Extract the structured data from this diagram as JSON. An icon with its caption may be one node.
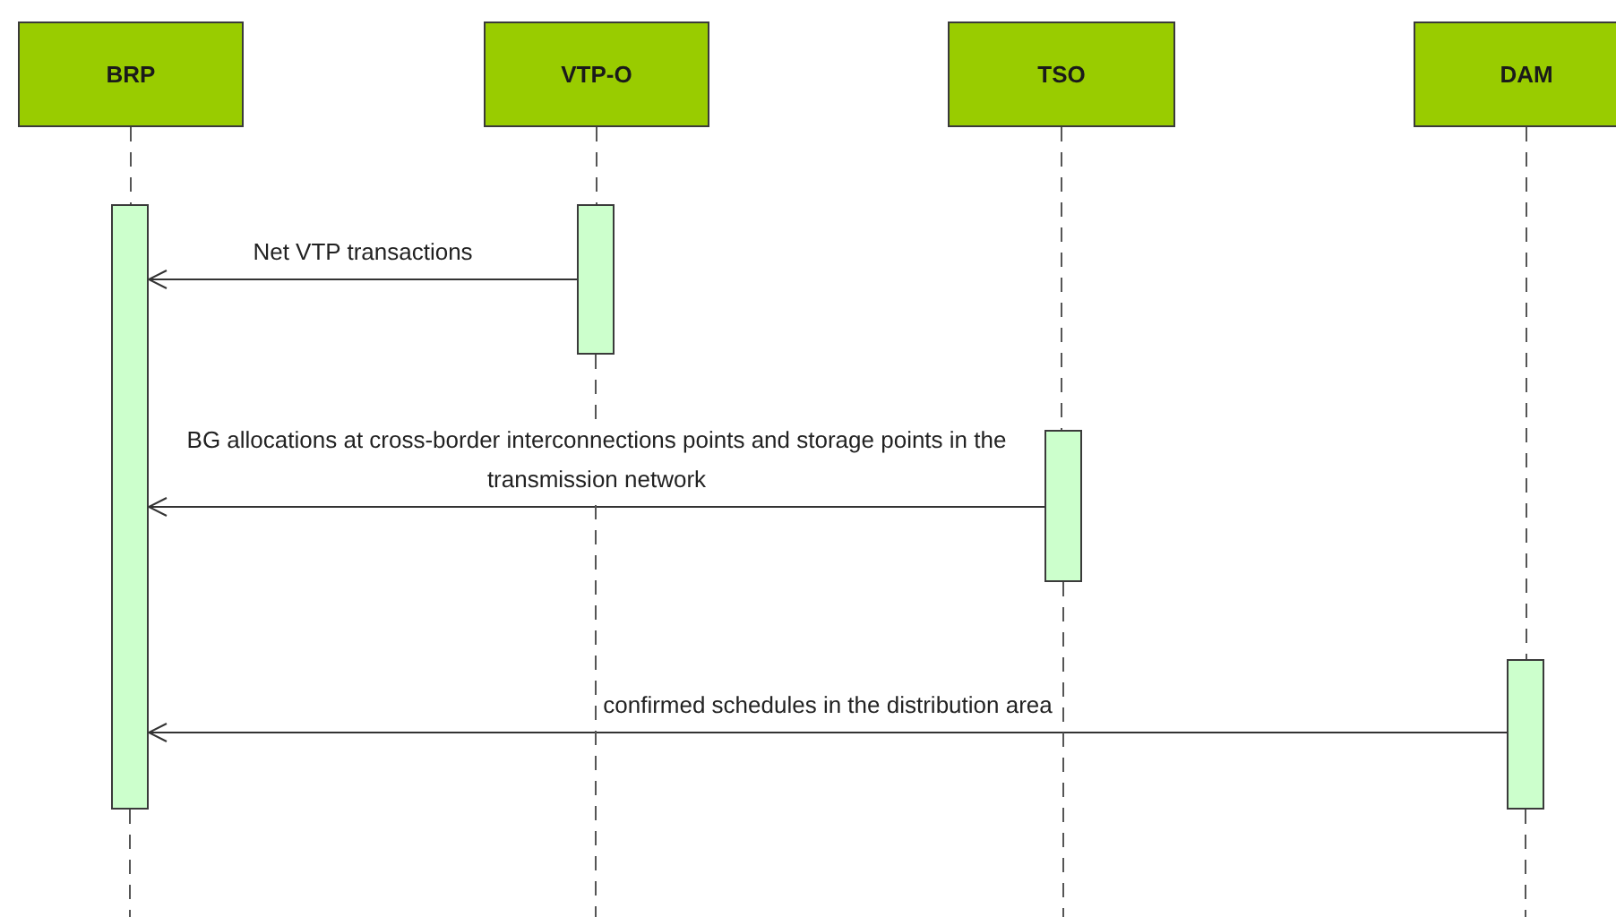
{
  "diagram": {
    "nodes": [
      {
        "text": [
          "BRP"
        ]
      },
      {
        "text": [
          "VTP-O"
        ]
      },
      {
        "text": [
          "TSO"
        ]
      },
      {
        "text": [
          "DAM"
        ]
      },
      {
        "text": [],
        "shape": "bar"
      },
      {
        "text": [],
        "shape": "bar"
      },
      {
        "text": [],
        "shape": "bar"
      },
      {
        "text": [],
        "shape": "bar"
      }
    ],
    "edges": [
      {
        "from": 5,
        "to": 4,
        "arrow": "to",
        "label": "Net VTP transactions"
      },
      {
        "from": 6,
        "to": 4,
        "arrow": "to",
        "label": "BG allocations at cross-border interconnections points and storage points in the transmission network"
      },
      {
        "from": 7,
        "to": 4,
        "arrow": "to",
        "label": "confirmed schedules in the distribution area"
      },
      {
        "from": 0,
        "to": 4,
        "arrow": "none",
        "style": "dashed"
      },
      {
        "from": 4,
        "to": null,
        "arrow": "none",
        "style": "dashed"
      },
      {
        "from": 1,
        "to": 5,
        "arrow": "none",
        "style": "dashed"
      },
      {
        "from": 5,
        "to": null,
        "arrow": "none",
        "style": "dashed"
      },
      {
        "from": 2,
        "to": 6,
        "arrow": "none",
        "style": "dashed"
      },
      {
        "from": 6,
        "to": null,
        "arrow": "none",
        "style": "dashed"
      },
      {
        "from": 3,
        "to": 7,
        "arrow": "none",
        "style": "dashed"
      },
      {
        "from": 7,
        "to": null,
        "arrow": "none",
        "style": "dashed"
      }
    ]
  }
}
